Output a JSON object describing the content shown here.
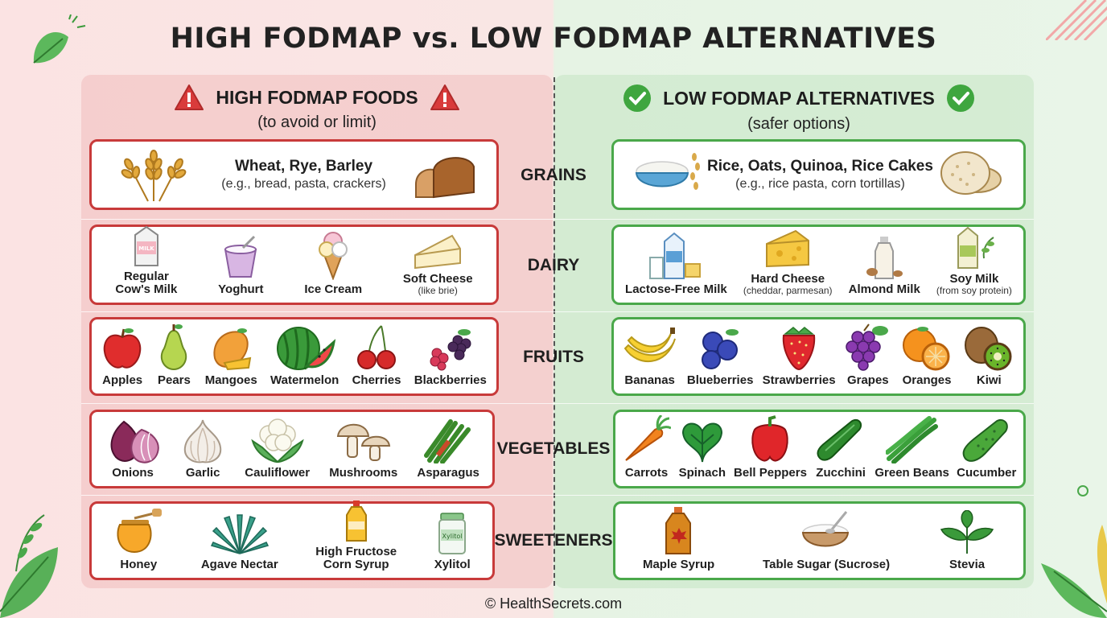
{
  "title": "HIGH FODMAP vs. LOW FODMAP ALTERNATIVES",
  "high": {
    "heading": "HIGH FODMAP FOODS",
    "subheading": "(to avoid or limit)"
  },
  "low": {
    "heading": "LOW FODMAP ALTERNATIVES",
    "subheading": "(safer options)"
  },
  "categories": [
    "GRAINS",
    "DAIRY",
    "FRUITS",
    "VEGETABLES",
    "SWEETENERS"
  ],
  "grains": {
    "high": {
      "title": "Wheat, Rye, Barley",
      "example": "(e.g., bread, pasta, crackers)"
    },
    "low": {
      "title": "Rice, Oats, Quinoa, Rice Cakes",
      "example": "(e.g., rice pasta, corn tortillas)"
    }
  },
  "dairy": {
    "high": [
      {
        "line1": "Regular",
        "line2": "Cow's Milk",
        "icon": "milk-carton-icon"
      },
      {
        "line1": "Yoghurt",
        "icon": "yoghurt-icon"
      },
      {
        "line1": "Ice Cream",
        "icon": "ice-cream-icon"
      },
      {
        "line1": "Soft Cheese",
        "note": "(like brie)",
        "icon": "brie-icon"
      }
    ],
    "carton_text": "MILK",
    "low": [
      {
        "line1": "Lactose-Free Milk",
        "icon": "lactose-free-milk-icon"
      },
      {
        "line1": "Hard Cheese",
        "note": "(cheddar, parmesan)",
        "icon": "hard-cheese-icon"
      },
      {
        "line1": "Almond Milk",
        "icon": "almond-milk-icon"
      },
      {
        "line1": "Soy Milk",
        "note": "(from soy protein)",
        "icon": "soy-milk-icon"
      }
    ]
  },
  "fruits": {
    "high": [
      "Apples",
      "Pears",
      "Mangoes",
      "Watermelon",
      "Cherries",
      "Blackberries"
    ],
    "low": [
      "Bananas",
      "Blueberries",
      "Strawberries",
      "Grapes",
      "Oranges",
      "Kiwi"
    ]
  },
  "vegetables": {
    "high": [
      "Onions",
      "Garlic",
      "Cauliflower",
      "Mushrooms",
      "Asparagus"
    ],
    "low": [
      "Carrots",
      "Spinach",
      "Bell Peppers",
      "Zucchini",
      "Green Beans",
      "Cucumber"
    ]
  },
  "sweeteners": {
    "high": [
      {
        "line1": "Honey"
      },
      {
        "line1": "Agave Nectar"
      },
      {
        "line1": "High Fructose",
        "line2": "Corn Syrup"
      },
      {
        "line1": "Xylitol"
      }
    ],
    "xylitol_label": "Xylitol",
    "low": [
      "Maple Syrup",
      "Table Sugar (Sucrose)",
      "Stevia"
    ]
  },
  "footer": "© HealthSecrets.com",
  "colors": {
    "high_border": "#c83a3a",
    "low_border": "#4aa84a",
    "high_bg": "#f7d6d6",
    "low_bg": "#d9eed6"
  }
}
